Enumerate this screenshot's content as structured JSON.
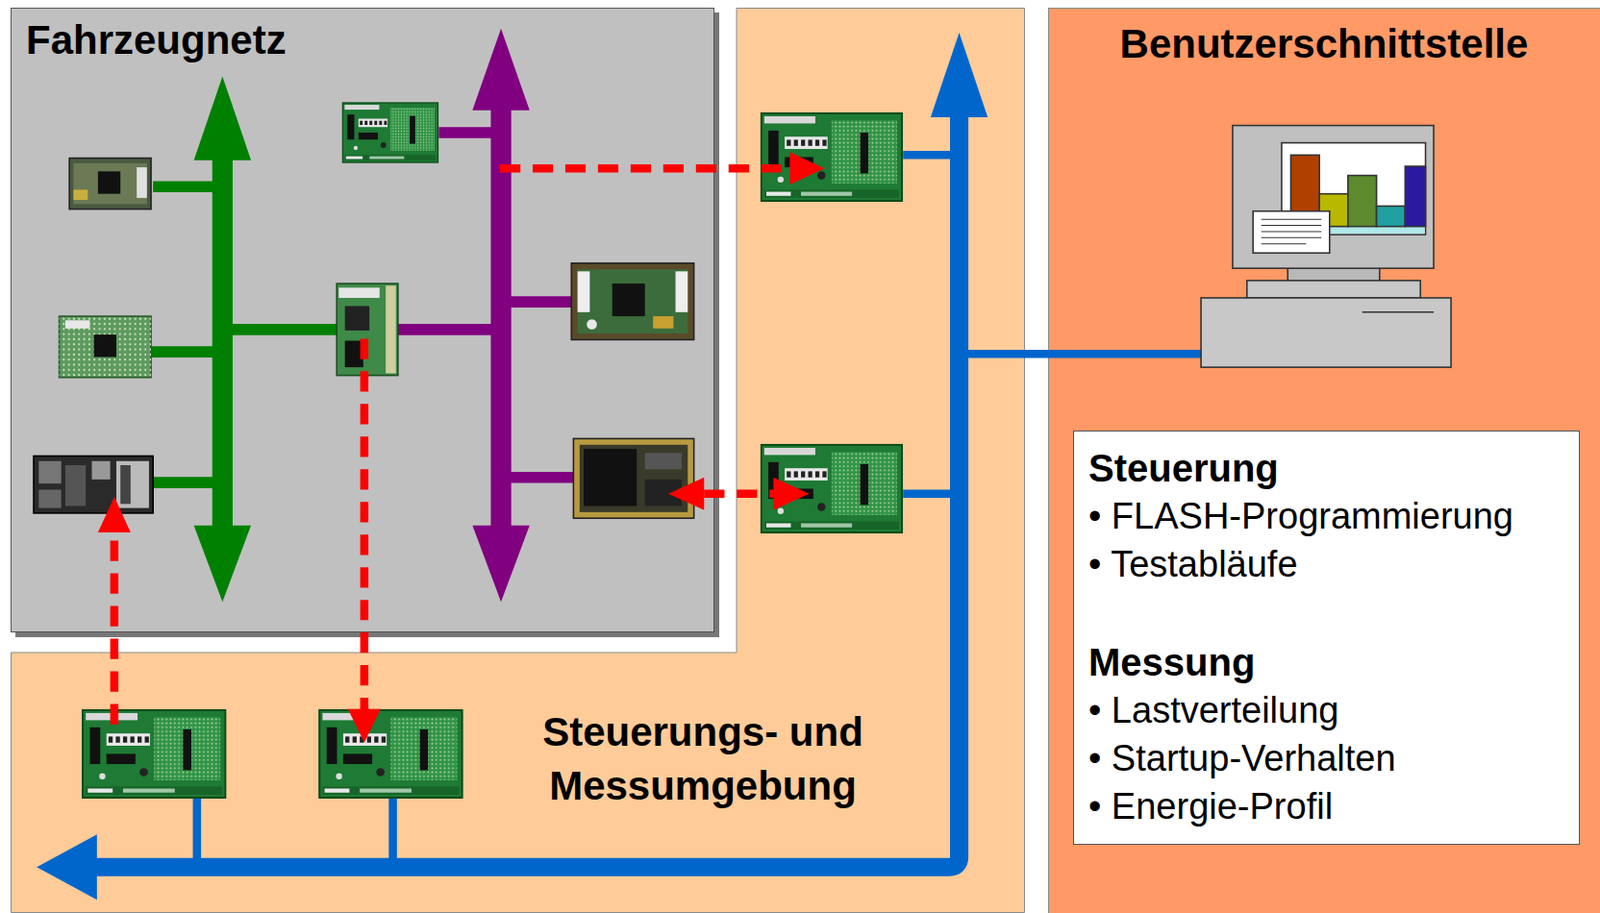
{
  "diagram": {
    "nodes": [
      {
        "text": [
          "Fahrzeugnetz"
        ]
      },
      {
        "text": [
          "Steuerungs- und Messumgebung"
        ]
      },
      {
        "text": [
          "Benutzerschnittstelle"
        ]
      },
      {
        "text": [
          "Steuerung",
          "• FLASH-Programmierung",
          "• Testabläufe",
          "Messung",
          "• Lastverteilung",
          "• Startup-Verhalten",
          "• Energie-Profil"
        ],
        "in": 2
      }
    ]
  }
}
